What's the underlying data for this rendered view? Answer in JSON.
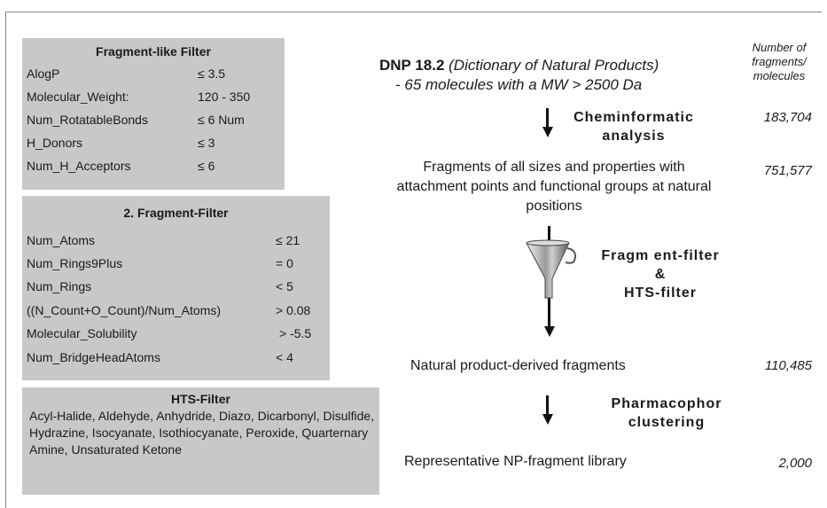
{
  "box1": {
    "title": "Fragment-like Filter",
    "rows": [
      {
        "name": "AlogP",
        "value": "≤ 3.5"
      },
      {
        "name": "Molecular_Weight:",
        "value": "120 - 350"
      },
      {
        "name": "Num_RotatableBonds",
        "value": "≤ 6 Num"
      },
      {
        "name": "H_Donors",
        "value": "≤ 3"
      },
      {
        "name": "Num_H_Acceptors",
        "value": "≤ 6"
      }
    ]
  },
  "box2": {
    "title": "2. Fragment-Filter",
    "rows": [
      {
        "name": "Num_Atoms",
        "value": "≤ 21"
      },
      {
        "name": "Num_Rings9Plus",
        "value": "= 0"
      },
      {
        "name": "Num_Rings",
        "value": "< 5"
      },
      {
        "name": "((N_Count+O_Count)/Num_Atoms)",
        "value": "> 0.08"
      },
      {
        "name": "Molecular_Solubility",
        "value": "> -5.5"
      },
      {
        "name": "Num_BridgeHeadAtoms",
        "value": "< 4"
      }
    ]
  },
  "box3": {
    "title": "HTS-Filter",
    "text": "Acyl-Halide, Aldehyde, Anhydride, Diazo, Dicarbonyl, Disulfide, Hydrazine, Isocyanate, Isothiocyanate, Peroxide, Quarternary Amine, Unsaturated Ketone"
  },
  "flow": {
    "source_bold": "DNP 18.2",
    "source_italic": "(Dictionary of Natural Products)",
    "source_line2": "- 65 molecules with a MW > 2500 Da",
    "step1_line1": "Cheminformatic",
    "step1_line2": "analysis",
    "fragments_line1": "Fragments of all sizes and properties with",
    "fragments_line2": "attachment points and functional groups at natural",
    "fragments_line3": "positions",
    "step2_line1": "Fragm ent-filter",
    "step2_line2": "&",
    "step2_line3": "HTS-filter",
    "derived": "Natural product-derived fragments",
    "step3_line1": "Pharmacophor",
    "step3_line2": "clustering",
    "library": "Representative NP-fragment library"
  },
  "counts": {
    "header_line1": "Number of",
    "header_line2": "fragments/",
    "header_line3": "molecules",
    "source": "183,704",
    "fragments": "751,577",
    "derived": "110,485",
    "library": "2,000"
  }
}
